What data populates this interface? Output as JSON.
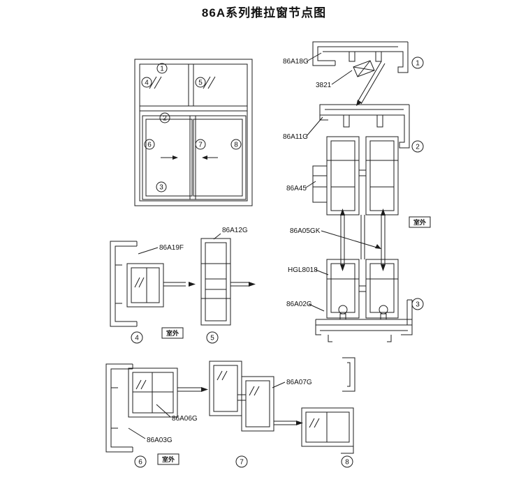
{
  "title": "86A系列推拉窗节点图",
  "outdoor": "室外",
  "markers": {
    "m1": "1",
    "m2": "2",
    "m3": "3",
    "m4": "4",
    "m5": "5",
    "m6": "6",
    "m7": "7",
    "m8": "8"
  },
  "labels": {
    "l86a18g": "86A18G",
    "l3821": "3821",
    "l86a11g": "86A11G",
    "l86a45": "86A45",
    "l86a05gk": "86A05GK",
    "lhgl8018": "HGL8018",
    "l86a02g": "86A02G",
    "l86a19f": "86A19F",
    "l86a12g": "86A12G",
    "l86a07g": "86A07G",
    "l86a06g": "86A06G",
    "l86a03g": "86A03G"
  },
  "colors": {
    "line": "#1c1c1c",
    "background": "#ffffff"
  }
}
